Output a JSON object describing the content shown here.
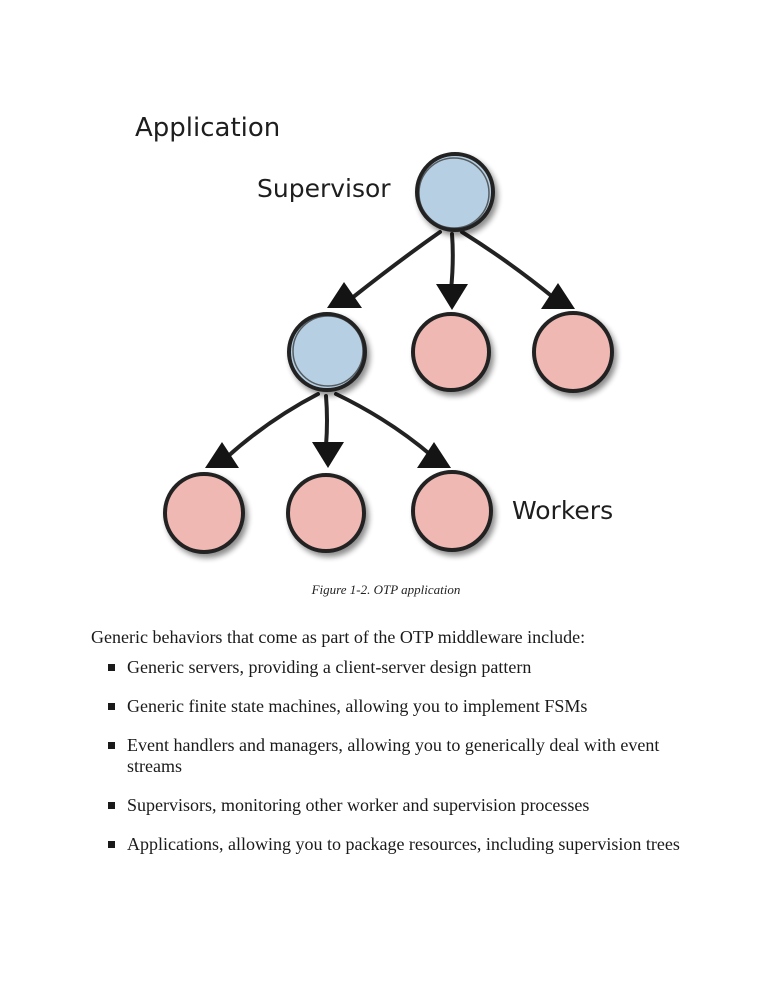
{
  "figure": {
    "labels": {
      "application": "Application",
      "supervisor": "Supervisor",
      "workers": "Workers"
    },
    "colors": {
      "supervisor_fill": "#b7cfe2",
      "worker_fill": "#f0b8b3",
      "outline": "#222222"
    },
    "caption": "Figure 1-2. OTP application"
  },
  "body": {
    "intro": "Generic behaviors that come as part of the OTP middleware include:",
    "items": [
      "Generic servers, providing a client-server design pattern",
      "Generic finite state machines, allowing you to implement FSMs",
      "Event handlers and managers, allowing you to generically deal with event streams",
      "Supervisors, monitoring other worker and supervision processes",
      "Applications, allowing you to package resources, including supervision trees"
    ]
  }
}
